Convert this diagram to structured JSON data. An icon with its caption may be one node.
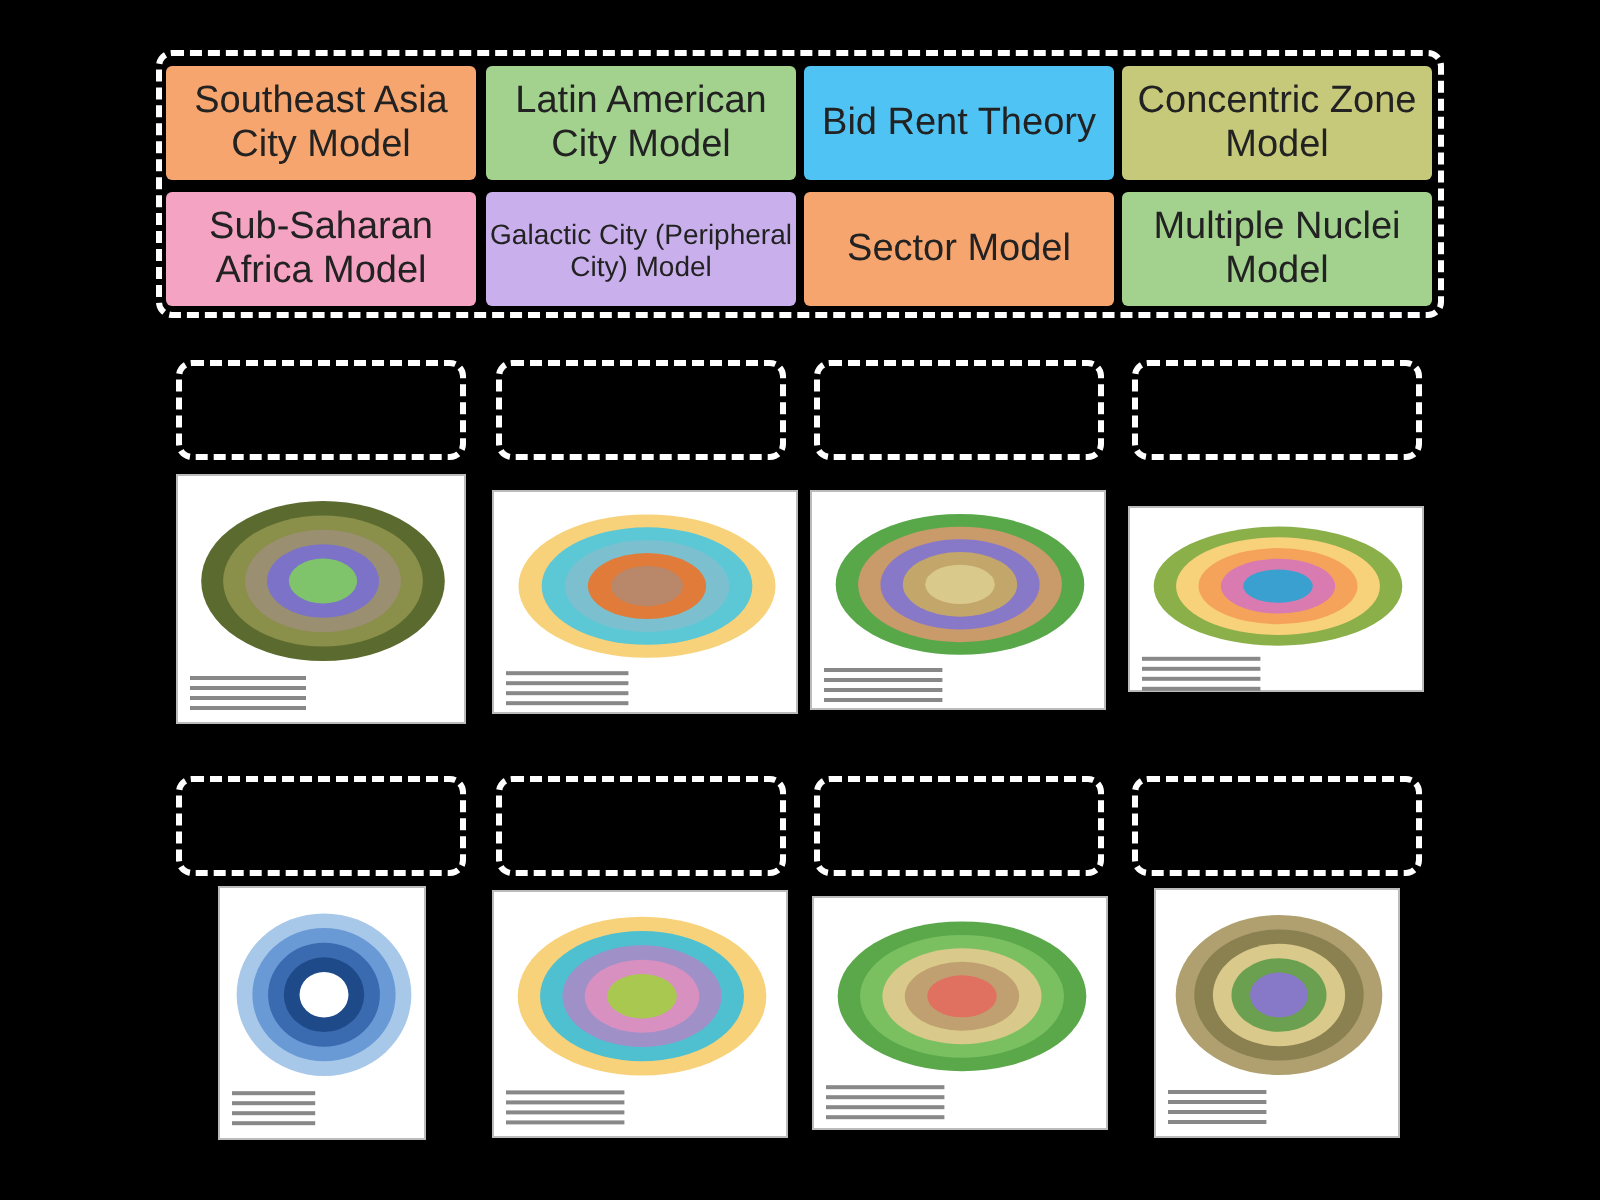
{
  "diagram": {
    "nodes": [
      {
        "text": [],
        "shape": "box"
      },
      {
        "text": [
          "Southeast Asia City Model"
        ],
        "in": 0
      },
      {
        "text": [
          "Latin American City Model"
        ],
        "in": 0
      },
      {
        "text": [
          "Bid Rent Theory"
        ],
        "in": 0
      },
      {
        "text": [
          "Concentric Zone Model"
        ],
        "in": 0
      },
      {
        "text": [
          "Sub-Saharan Africa Model"
        ],
        "in": 0
      },
      {
        "text": [
          "Galactic City (Peripheral City) Model"
        ],
        "in": 0
      },
      {
        "text": [
          "Sector Model"
        ],
        "in": 0
      },
      {
        "text": [
          "Multiple Nuclei Model"
        ],
        "in": 0
      },
      {
        "text": [],
        "shape": "box"
      },
      {
        "text": [],
        "shape": "box"
      },
      {
        "text": [],
        "shape": "box"
      },
      {
        "text": [],
        "shape": "box"
      },
      {
        "text": [],
        "shape": "picture"
      },
      {
        "text": [],
        "shape": "picture"
      },
      {
        "text": [],
        "shape": "picture"
      },
      {
        "text": [],
        "shape": "picture"
      },
      {
        "text": [],
        "shape": "box"
      },
      {
        "text": [],
        "shape": "box"
      },
      {
        "text": [],
        "shape": "box"
      },
      {
        "text": [],
        "shape": "box"
      },
      {
        "text": [],
        "shape": "picture"
      },
      {
        "text": [],
        "shape": "picture"
      },
      {
        "text": [],
        "shape": "picture"
      },
      {
        "text": [],
        "shape": "picture"
      }
    ]
  }
}
